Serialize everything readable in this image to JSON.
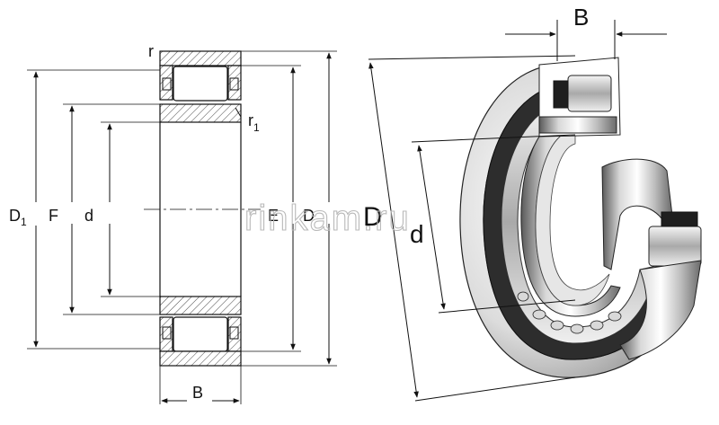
{
  "section_view": {
    "labels": {
      "r": "r",
      "r1_base": "r",
      "r1_sub": "1",
      "D1_base": "D",
      "D1_sub": "1",
      "F": "F",
      "d": "d",
      "E": "E",
      "D": "D",
      "B": "B"
    }
  },
  "perspective_view": {
    "labels": {
      "B": "B",
      "D": "D",
      "d": "d"
    }
  },
  "watermark": "rinkam.ru"
}
